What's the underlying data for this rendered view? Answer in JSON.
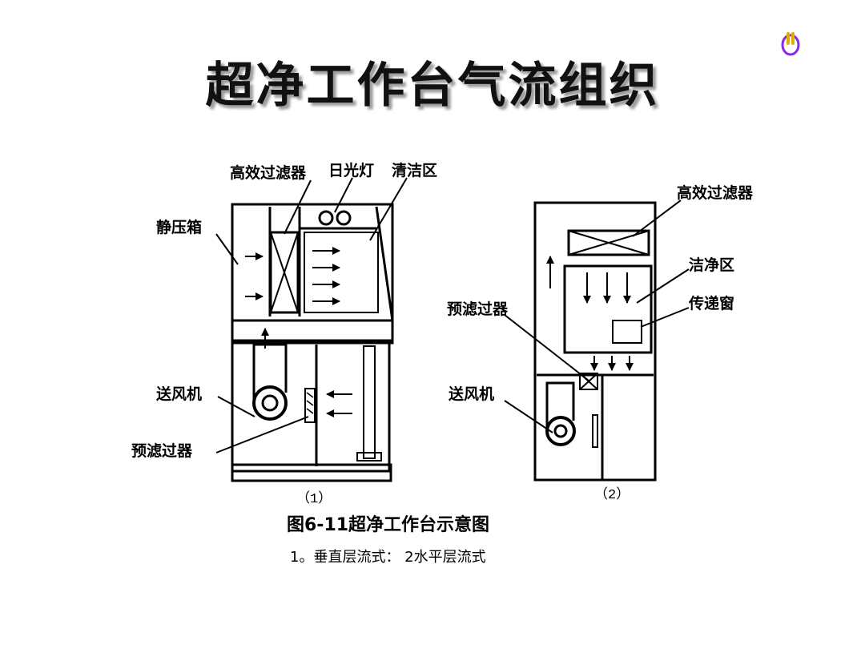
{
  "slide": {
    "title": "超净工作台气流组织",
    "corner_icon": "speaker-icon"
  },
  "figure": {
    "diagram1": {
      "labels": {
        "hepa_filter": "高效过滤器",
        "daylight_lamp": "日光灯",
        "clean_zone": "清洁区",
        "static_box": "静压箱",
        "blower": "送风机",
        "prefilter": "预滤过器"
      },
      "number": "（1）"
    },
    "diagram2": {
      "labels": {
        "hepa_filter": "高效过滤器",
        "clean_zone": "洁净区",
        "pass_window": "传递窗",
        "prefilter": "预滤过器",
        "blower": "送风机"
      },
      "number": "（2）"
    },
    "caption": "图6-11超净工作台示意图",
    "subcaption": "1。垂直层流式：  2水平层流式"
  }
}
